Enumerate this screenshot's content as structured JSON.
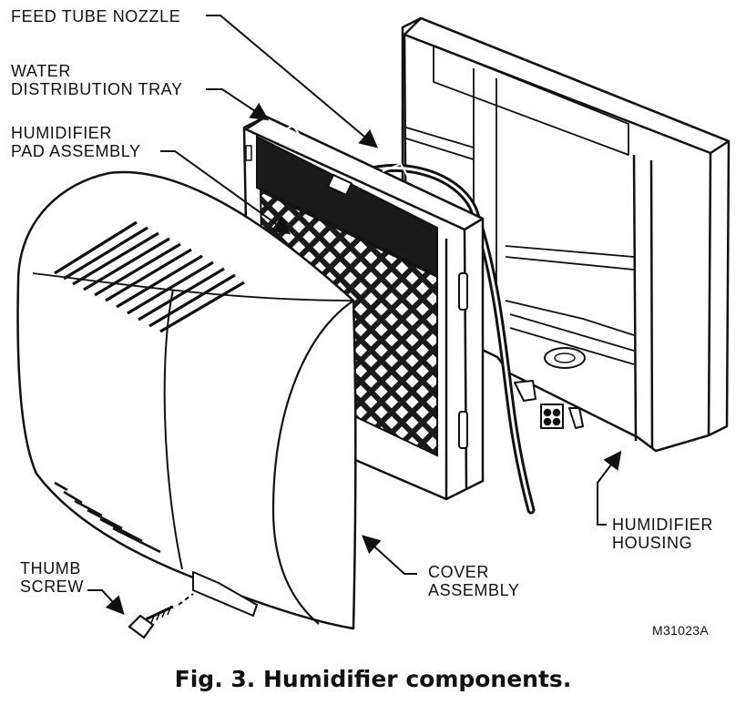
{
  "labels": {
    "feed_tube_nozzle": "FEED TUBE NOZZLE",
    "water_tray_line1": "WATER",
    "water_tray_line2": "DISTRIBUTION TRAY",
    "pad_line1": "HUMIDIFIER",
    "pad_line2": "PAD ASSEMBLY",
    "housing_line1": "HUMIDIFIER",
    "housing_line2": "HOUSING",
    "cover_line1": "COVER",
    "cover_line2": "ASSEMBLY",
    "thumb_line1": "THUMB",
    "thumb_line2": "SCREW"
  },
  "figure_code": "M31023A",
  "caption": "Fig. 3. Humidifier components.",
  "colors": {
    "ink": "#111111",
    "paper": "#ffffff",
    "pad_dark": "#1a1a1a"
  }
}
